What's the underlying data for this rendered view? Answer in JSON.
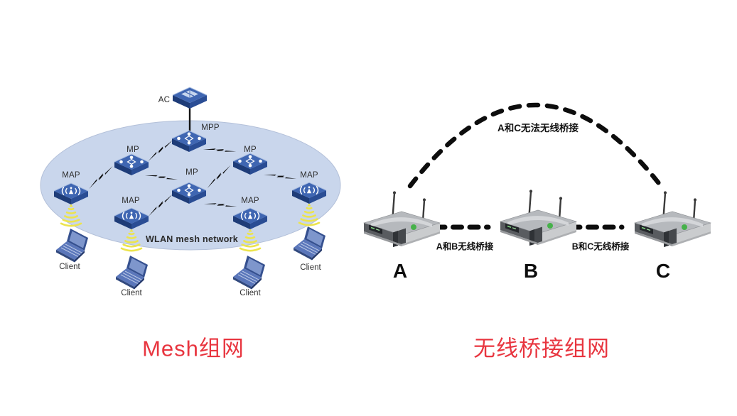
{
  "left_panel": {
    "caption": "Mesh组网",
    "network_label": "WLAN mesh network",
    "nodes": {
      "ac": "AC",
      "mpp": "MPP",
      "mp_left": "MP",
      "mp_right": "MP",
      "mp_center": "MP",
      "map_far_left": "MAP",
      "map_mid_left": "MAP",
      "map_mid_right": "MAP",
      "map_far_right": "MAP"
    },
    "clients": [
      "Client",
      "Client",
      "Client",
      "Client"
    ]
  },
  "right_panel": {
    "caption": "无线桥接组网",
    "ap_labels": [
      "A",
      "B",
      "C"
    ],
    "link_labels": {
      "ac_blocked": "A和C无法无线桥接",
      "ab": "A和B无线桥接",
      "bc": "B和C无线桥接"
    }
  },
  "colors": {
    "caption_red": "#e8353f",
    "mesh_ellipse_fill": "#c9d6ec",
    "device_blue_top": "#3f66b2",
    "device_blue_dark": "#1e3c78",
    "wifi_cone_yellow": "#ece44e",
    "router_silver": "#b6b9bd",
    "led_green": "#46b14a",
    "bolt_black": "#0a0a0a"
  }
}
